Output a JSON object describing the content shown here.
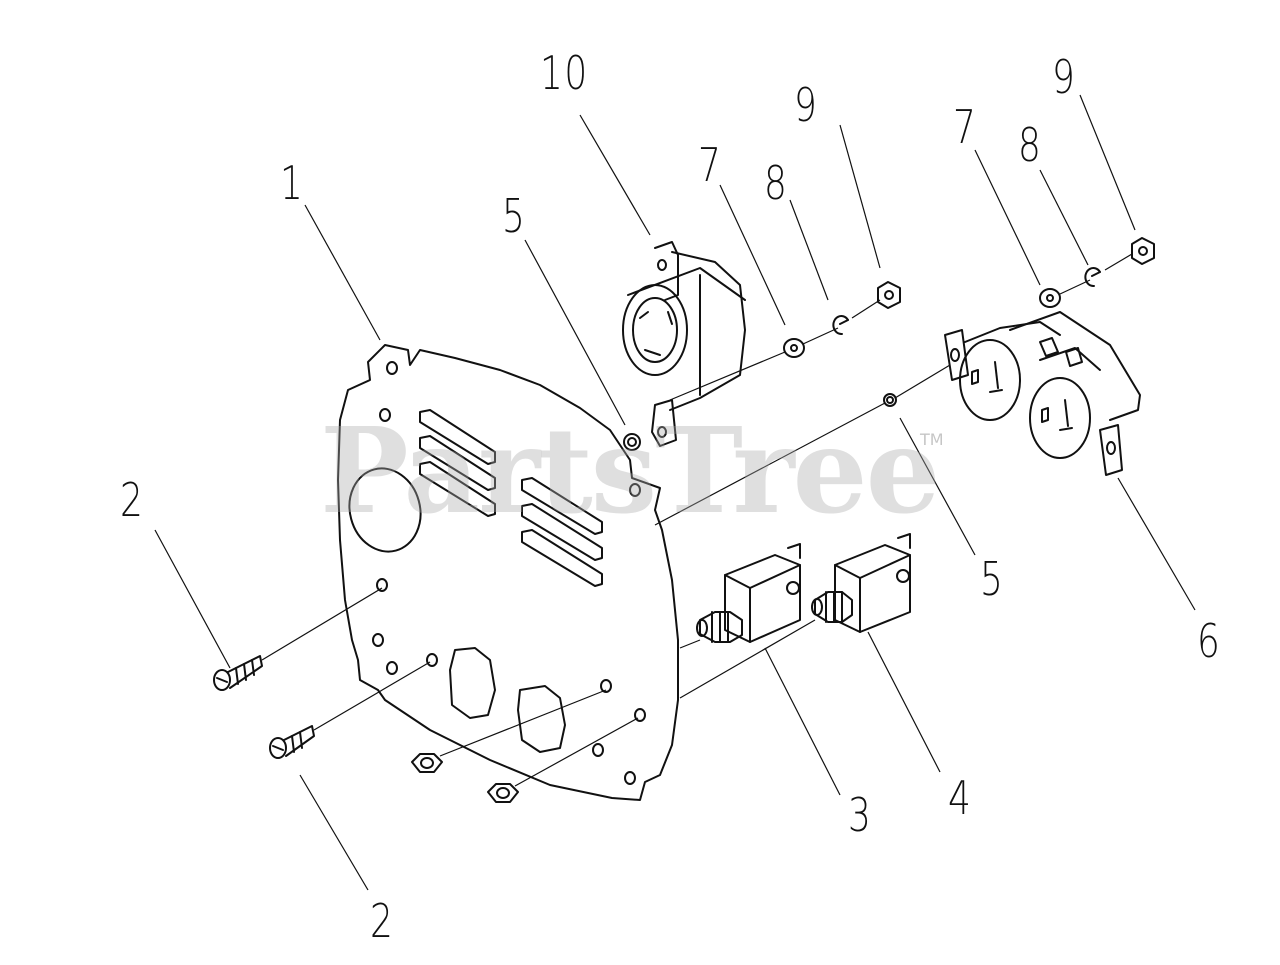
{
  "diagram": {
    "watermark": "PartsTree",
    "trademark": "TM",
    "callouts": [
      {
        "id": "c1",
        "label": "1"
      },
      {
        "id": "c2a",
        "label": "2"
      },
      {
        "id": "c2b",
        "label": "2"
      },
      {
        "id": "c3",
        "label": "3"
      },
      {
        "id": "c4",
        "label": "4"
      },
      {
        "id": "c5a",
        "label": "5"
      },
      {
        "id": "c5b",
        "label": "5"
      },
      {
        "id": "c6",
        "label": "6"
      },
      {
        "id": "c7a",
        "label": "7"
      },
      {
        "id": "c7b",
        "label": "7"
      },
      {
        "id": "c8a",
        "label": "8"
      },
      {
        "id": "c8b",
        "label": "8"
      },
      {
        "id": "c9a",
        "label": "9"
      },
      {
        "id": "c9b",
        "label": "9"
      },
      {
        "id": "c10",
        "label": "10"
      }
    ]
  }
}
